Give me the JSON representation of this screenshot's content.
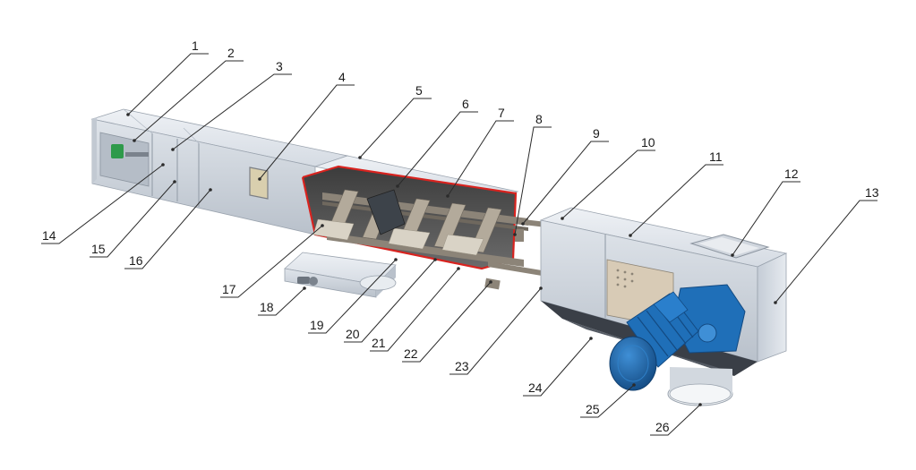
{
  "diagram": {
    "labels": [
      {
        "id": "1",
        "text": "1"
      },
      {
        "id": "2",
        "text": "2"
      },
      {
        "id": "3",
        "text": "3"
      },
      {
        "id": "4",
        "text": "4"
      },
      {
        "id": "5",
        "text": "5"
      },
      {
        "id": "6",
        "text": "6"
      },
      {
        "id": "7",
        "text": "7"
      },
      {
        "id": "8",
        "text": "8"
      },
      {
        "id": "9",
        "text": "9"
      },
      {
        "id": "10",
        "text": "10"
      },
      {
        "id": "11",
        "text": "11"
      },
      {
        "id": "12",
        "text": "12"
      },
      {
        "id": "13",
        "text": "13"
      },
      {
        "id": "14",
        "text": "14"
      },
      {
        "id": "15",
        "text": "15"
      },
      {
        "id": "16",
        "text": "16"
      },
      {
        "id": "17",
        "text": "17"
      },
      {
        "id": "18",
        "text": "18"
      },
      {
        "id": "19",
        "text": "19"
      },
      {
        "id": "20",
        "text": "20"
      },
      {
        "id": "21",
        "text": "21"
      },
      {
        "id": "22",
        "text": "22"
      },
      {
        "id": "23",
        "text": "23"
      },
      {
        "id": "24",
        "text": "24"
      },
      {
        "id": "25",
        "text": "25"
      },
      {
        "id": "26",
        "text": "26"
      }
    ],
    "colors": {
      "housing_light": "#e4e8ee",
      "housing_mid": "#cfd5dd",
      "housing_dark": "#aab2bd",
      "cutaway_edge": "#d8231f",
      "interior": "#4a4a4a",
      "chain": "#8c8478",
      "motor_blue": "#1f6fb8",
      "motor_blue_dark": "#134a82",
      "hopper_dark": "#3a3f47"
    }
  }
}
